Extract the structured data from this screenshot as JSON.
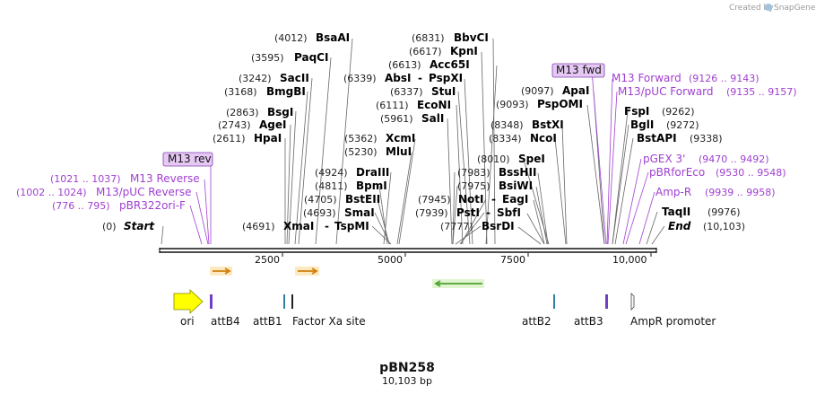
{
  "branding": {
    "created_by": "Created by",
    "app": "SnapGene"
  },
  "plasmid": {
    "name": "pBN258",
    "length": "10,103 bp"
  },
  "ruler": {
    "length_bp": 10103,
    "ticks": [
      "2500",
      "5000",
      "7500",
      "10,000"
    ]
  },
  "sites": [
    {
      "pos": "(4012)",
      "name": "BsaAI"
    },
    {
      "pos": "(3595)",
      "name": "PaqCI"
    },
    {
      "pos": "(3242)",
      "name": "SacII"
    },
    {
      "pos": "(3168)",
      "name": "BmgBI"
    },
    {
      "pos": "(2863)",
      "name": "BsgI"
    },
    {
      "pos": "(2743)",
      "name": "AgeI"
    },
    {
      "pos": "(2611)",
      "name": "HpaI"
    },
    {
      "pos": "(6831)",
      "name": "BbvCI"
    },
    {
      "pos": "(6617)",
      "name": "KpnI"
    },
    {
      "pos": "(6613)",
      "name": "Acc65I"
    },
    {
      "pos": "(6339)",
      "name": "AbsI",
      "extra": "PspXI"
    },
    {
      "pos": "(6337)",
      "name": "StuI"
    },
    {
      "pos": "(6111)",
      "name": "EcoNI"
    },
    {
      "pos": "(5961)",
      "name": "SalI"
    },
    {
      "pos": "(5362)",
      "name": "XcmI"
    },
    {
      "pos": "(5230)",
      "name": "MluI"
    },
    {
      "pos": "(4924)",
      "name": "DraIII"
    },
    {
      "pos": "(4811)",
      "name": "BpmI"
    },
    {
      "pos": "(4705)",
      "name": "BstEII"
    },
    {
      "pos": "(4693)",
      "name": "SmaI"
    },
    {
      "pos": "(4691)",
      "name": "XmaI",
      "extra": "TspMI"
    },
    {
      "pos": "(9097)",
      "name": "ApaI"
    },
    {
      "pos": "(9093)",
      "name": "PspOMI"
    },
    {
      "pos": "(8348)",
      "name": "BstXI"
    },
    {
      "pos": "(8334)",
      "name": "NcoI"
    },
    {
      "pos": "(8010)",
      "name": "SpeI"
    },
    {
      "pos": "(7983)",
      "name": "BssHII"
    },
    {
      "pos": "(7975)",
      "name": "BsiWI"
    },
    {
      "pos": "(7945)",
      "name": "NotI",
      "extra": "EagI"
    },
    {
      "pos": "(7939)",
      "name": "PstI",
      "extra": "SbfI"
    },
    {
      "pos": "(7777)",
      "name": "BsrDI"
    },
    {
      "pos": "(0)",
      "name": "Start"
    },
    {
      "pos": "(9262)",
      "name": "FspI"
    },
    {
      "pos": "(9272)",
      "name": "BglI"
    },
    {
      "pos": "(9338)",
      "name": "BstAPI"
    },
    {
      "pos": "(9976)",
      "name": "TaqII"
    },
    {
      "pos": "(10,103)",
      "name": "End"
    }
  ],
  "primers": [
    {
      "name": "M13 Reverse",
      "pos": "(1021 .. 1037)"
    },
    {
      "name": "M13/pUC Reverse",
      "pos": "(1002 .. 1024)"
    },
    {
      "name": "pBR322ori-F",
      "pos": "(776 .. 795)"
    },
    {
      "name": "M13 Forward",
      "pos": "(9126 .. 9143)"
    },
    {
      "name": "M13/pUC Forward",
      "pos": "(9135 .. 9157)"
    },
    {
      "name": "pGEX 3'",
      "pos": "(9470 .. 9492)"
    },
    {
      "name": "pBRforEco",
      "pos": "(9530 .. 9548)"
    },
    {
      "name": "Amp-R",
      "pos": "(9939 .. 9958)"
    }
  ],
  "primer_boxes": [
    "M13 rev",
    "M13 fwd"
  ],
  "features": [
    "ori",
    "attB4",
    "attB1",
    "Factor Xa site",
    "attB2",
    "attB3",
    "AmpR promoter"
  ],
  "colors": {
    "primer": "#a040d0",
    "primer_box_fill": "#e6c8f4",
    "ori": "#ffff00",
    "orf_orange": "#f0a020",
    "orf_green": "#60c040",
    "att_blue": "#3080a0",
    "att_purple": "#7040c0"
  }
}
